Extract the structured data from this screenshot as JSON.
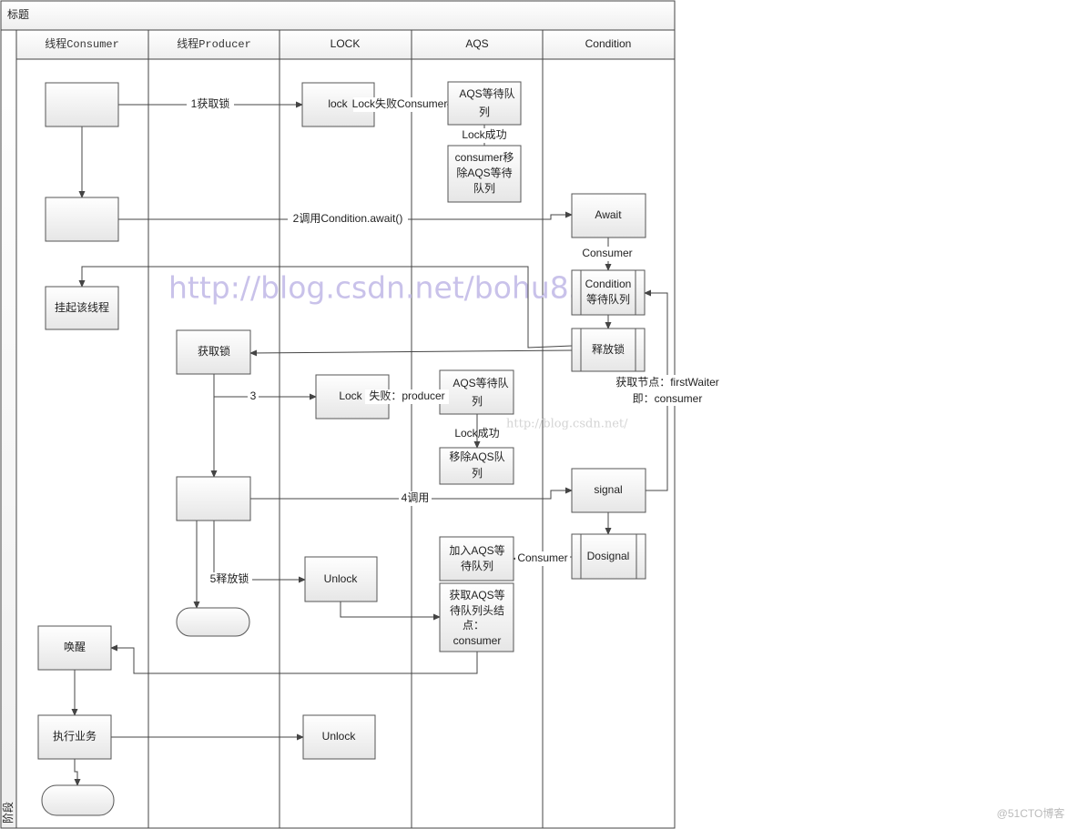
{
  "title": "标题",
  "phase_label": "阶段",
  "lanes": [
    "线程Consumer",
    "线程Producer",
    "LOCK",
    "AQS",
    "Condition"
  ],
  "nodes": {
    "hang": "挂起该线程",
    "wake": "唤醒",
    "execute": "执行业务",
    "acquire_lock": "获取锁",
    "lock1": "lock",
    "lock2": "Lock",
    "unlock1": "Unlock",
    "unlock2": "Unlock",
    "aqs_queue1": [
      "AQS等待队",
      "列"
    ],
    "consumer_remove": [
      "consumer移",
      "除AQS等待",
      "队列"
    ],
    "aqs_queue2": [
      "AQS等待队",
      "列"
    ],
    "remove_aqs": [
      "移除AQS队",
      "列"
    ],
    "join_aqs": [
      "加入AQS等",
      "待队列"
    ],
    "get_head": [
      "获取AQS等",
      "待队列头结",
      "点：",
      "consumer"
    ],
    "await": "Await",
    "condition_queue": [
      "Condition",
      "等待队列"
    ],
    "release_lock": "释放锁",
    "signal": "signal",
    "dosignal": "Dosignal"
  },
  "edges": {
    "e1": "1获取锁",
    "lock_fail_consumer": "Lock失败Consumer",
    "lock_success1": "Lock成功",
    "e2": "2调用Condition.await()",
    "consumer": "Consumer",
    "e3": "3",
    "fail_producer": "失败：producer",
    "lock_success2": "Lock成功",
    "first_waiter": [
      "获取节点：firstWaiter",
      "即：consumer"
    ],
    "e4": "4调用",
    "consumer2": "Consumer",
    "e5": "5释放锁"
  },
  "watermarks": {
    "main": "http://blog.csdn.net/bohu83",
    "small": "http://blog.csdn.net/",
    "corner": "@51CTO博客"
  }
}
